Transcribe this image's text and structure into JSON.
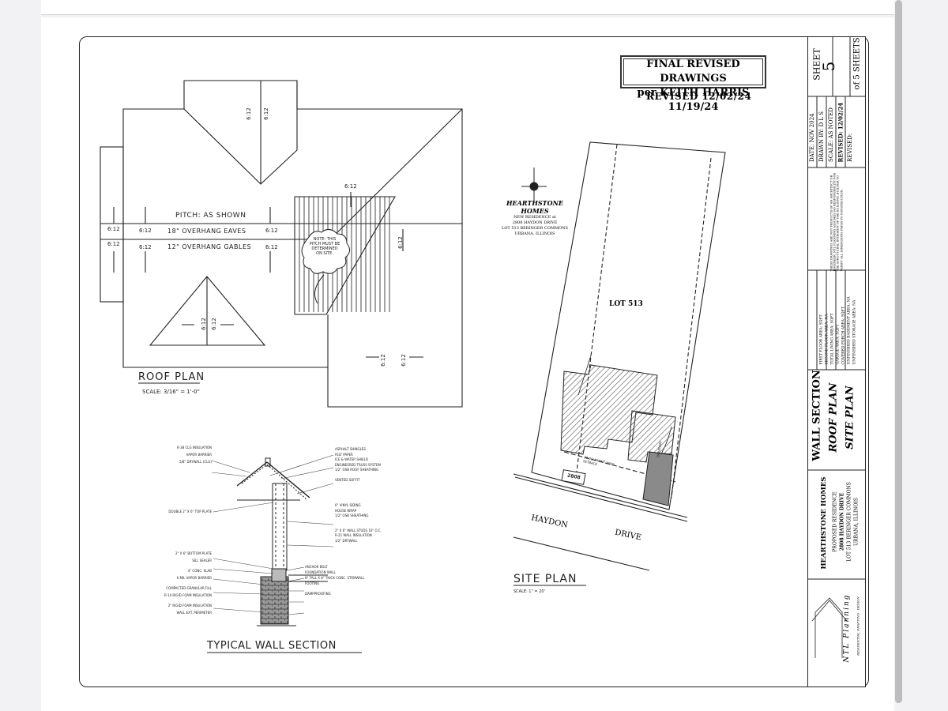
{
  "stamp": {
    "line1": "FINAL REVISED DRAWINGS",
    "line2": "per KEITH HARRIS  11/19/24",
    "revised": "REVISED  12/02/24"
  },
  "roof": {
    "title": "ROOF PLAN",
    "scale": "SCALE: 3/16\" = 1'-0\"",
    "pitch": "PITCH: AS SHOWN",
    "eaves": "18\" OVERHANG EAVES",
    "gables": "12\" OVERHANG GABLES",
    "slope": "6:12",
    "note": "NOTE: THIS PITCH MUST BE DETERMINED ON SITE."
  },
  "builder": {
    "name": "HEARTHSTONE HOMES",
    "line1": "NEW RESIDENCE at",
    "line2": "2808 HAYDON DRIVE",
    "line3": "LOT 513 BERINGER COMMONS",
    "line4": "URBANA, ILLINOIS"
  },
  "site": {
    "title": "SITE PLAN",
    "scale": "SCALE: 1\" = 20'",
    "lot": "LOT 513",
    "street1": "HAYDON",
    "street2": "DRIVE",
    "address": "2808",
    "setback": "25.00' FRONT YARD SETBACK",
    "driveway": "DRIVEWAY"
  },
  "wall": {
    "title": "TYPICAL WALL SECTION",
    "notes_left": [
      "R-38 CLG INSULATION",
      "VAPOR BARRIER",
      "5/8\" DRYWALL (CLG)",
      "DOUBLE 2\" X 6\" TOP PLATE",
      "2\" X 6\" BOTTOM PLATE",
      "SILL SEALER",
      "4\" CONC. SLAB",
      "6 MIL VAPOR BARRIER",
      "COMPACTED GRANULAR FILL",
      "R-10 RIGID FOAM INSULATION",
      "2\" RIGID FOAM INSULATION",
      "WALL EXT. PERIMETER"
    ],
    "notes_right": [
      "ASPHALT SHINGLES",
      "FELT PAPER",
      "ICE & WATER SHIELD",
      "ENGINEERED TRUSS SYSTEM",
      "1/2\" OSB ROOF SHEATHING",
      "VENTED SOFFIT",
      "6\" VINYL SIDING",
      "HOUSE WRAP",
      "1/2\" OSB SHEATHING",
      "2\" X 6\" WALL STUDS 16\" O.C.",
      "R-21 WALL INSULATION",
      "1/2\" DRYWALL",
      "ANCHOR BOLT",
      "FOUNDATION WALL",
      "8\" TALL X 8\" THICK CONC. STEMWALL",
      "FOOTING",
      "DAMPPROOFING"
    ]
  },
  "titleblock": {
    "sheet_label": "SHEET",
    "sheet_no": "5",
    "of": "of 5 SHEETS",
    "date_label": "DATE:",
    "date": "NOV 2024",
    "drawn_label": "DRAWN BY:",
    "drawn": "D L S",
    "scale_label": "SCALE:",
    "scale": "AS NOTED",
    "revised_label": "REVISED:",
    "revised": "12/02/24",
    "revised2_label": "REVISED:",
    "disclaimer": "THESE DRAWINGS ARE NOT PRODUCTS OF AN ARCHITECT OR ENGINEER. NTL PLANNING ASSUMES NO RESPONSIBILITY FOR THE STRUCTURAL INTEGRITY OF THE BUILDING. BUILDER TO VERIFY ALL DIMENSIONS PRIOR TO CONSTRUCTION.",
    "areas": [
      [
        "FIRST FLOOR AREA:",
        "SQFT"
      ],
      [
        "SECOND FLOOR AREA:",
        "NA"
      ],
      [
        "TOTAL LIVING AREA:",
        "SQFT"
      ],
      [
        "GARAGE AREA:",
        "SQFT"
      ],
      [
        "COVERED PORCH AREA:",
        "SQFT"
      ],
      [
        "UNFINISHED BASEMENT AREA:",
        "NA"
      ],
      [
        "UNFINISHED STORAGE AREA:",
        "NA"
      ]
    ],
    "titles": [
      "WALL SECTION",
      "ROOF PLAN",
      "SITE PLAN"
    ],
    "project": [
      "HEARTHSTONE HOMES",
      "PROPOSED RESIDENCE",
      "2808 HAYDON DRIVE",
      "LOT 513 BERINGER COMMONS",
      "URBANA, ILLINOIS"
    ],
    "firm": "NTL Planning",
    "firm_sub": "RESIDENTIAL DRAFTING · DESIGN"
  },
  "colors": {
    "ink": "#222222",
    "paper": "#ffffff",
    "hatch": "#555555"
  }
}
